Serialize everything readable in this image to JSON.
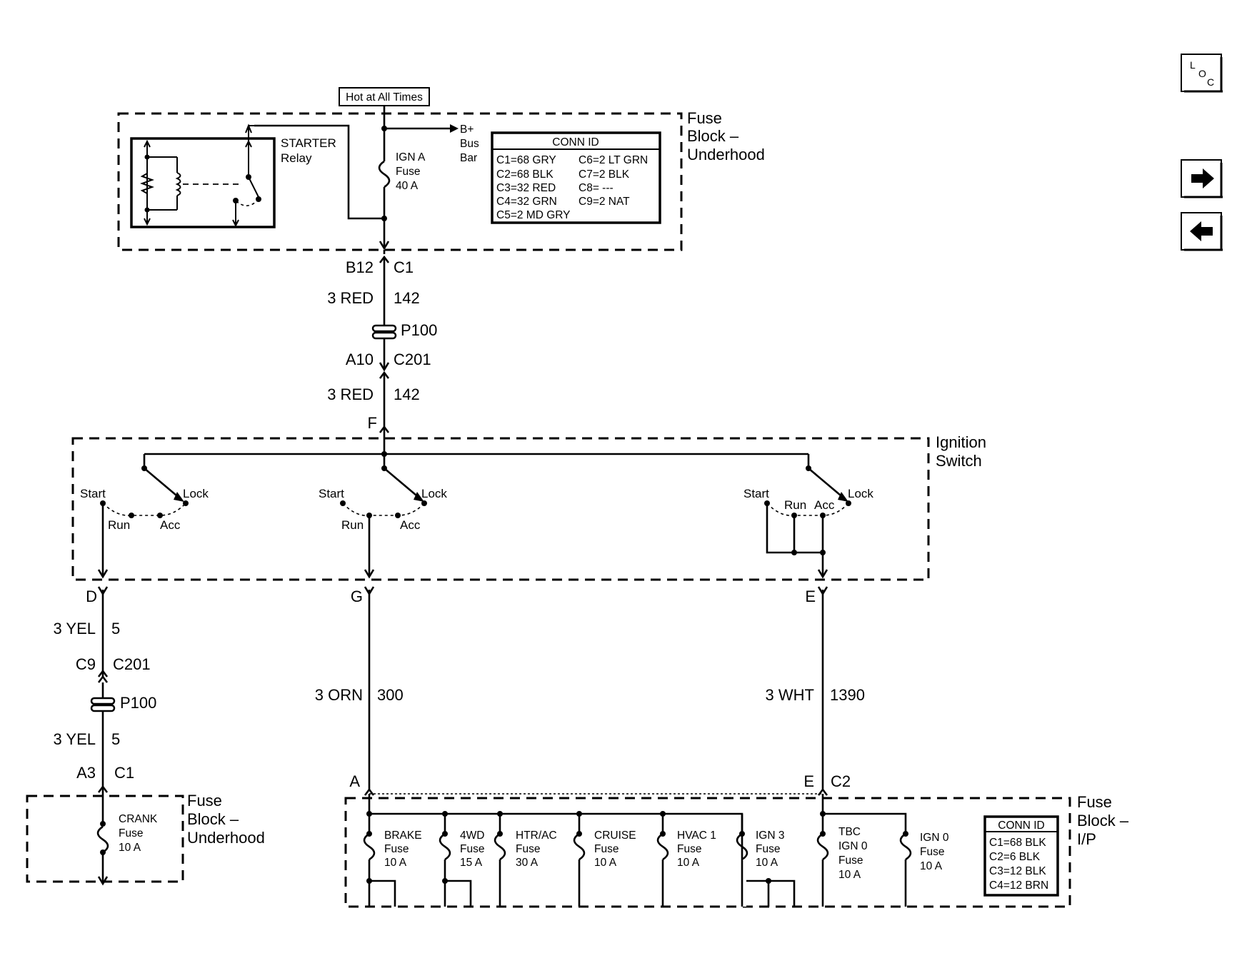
{
  "top": {
    "hot_label": "Hot at All Times"
  },
  "fuse_block_underhood": {
    "title_line1": "Fuse",
    "title_line2": "Block –",
    "title_line3": "Underhood",
    "starter_relay_line1": "STARTER",
    "starter_relay_line2": "Relay",
    "ign_a_line1": "IGN A",
    "ign_a_line2": "Fuse",
    "ign_a_line3": "40 A",
    "bplus_line1": "B+",
    "bplus_line2": "Bus",
    "bplus_line3": "Bar",
    "conn_id": {
      "title": "CONN ID",
      "left": [
        "C1=68 GRY",
        "C2=68 BLK",
        "C3=32 RED",
        "C4=32 GRN",
        "C5=2 MD GRY"
      ],
      "right": [
        "C6=2 LT GRN",
        "C7=2 BLK",
        "C8= ---",
        "C9=2 NAT"
      ]
    }
  },
  "main_feed": {
    "pin_b12": "B12",
    "conn_c1": "C1",
    "wire1": "3 RED",
    "circuit1": "142",
    "splice": "P100",
    "pin_a10": "A10",
    "conn_c201": "C201",
    "wire2": "3 RED",
    "circuit2": "142",
    "pin_f": "F"
  },
  "ignition_switch": {
    "title_line1": "Ignition",
    "title_line2": "Switch",
    "start": "Start",
    "lock": "Lock",
    "run": "Run",
    "acc": "Acc"
  },
  "left_branch": {
    "pin_d": "D",
    "wire1": "3 YEL",
    "circuit1": "5",
    "pin_c9": "C9",
    "conn_c201": "C201",
    "splice": "P100",
    "wire2": "3 YEL",
    "circuit2": "5",
    "pin_a3": "A3",
    "conn_c1": "C1",
    "fuse_block_line1": "Fuse",
    "fuse_block_line2": "Block –",
    "fuse_block_line3": "Underhood",
    "crank_line1": "CRANK",
    "crank_line2": "Fuse",
    "crank_line3": "10 A"
  },
  "middle_branch": {
    "pin_g": "G",
    "wire": "3 ORN",
    "circuit": "300",
    "pin_a": "A"
  },
  "right_branch": {
    "pin_e": "E",
    "wire": "3 WHT",
    "circuit": "1390",
    "pin_e2": "E",
    "conn_c2": "C2"
  },
  "fuse_block_ip": {
    "title_line1": "Fuse",
    "title_line2": "Block –",
    "title_line3": "I/P",
    "fuses": [
      {
        "l1": "BRAKE",
        "l2": "Fuse",
        "l3": "10 A",
        "l4": ""
      },
      {
        "l1": "4WD",
        "l2": "Fuse",
        "l3": "15 A",
        "l4": ""
      },
      {
        "l1": "HTR/AC",
        "l2": "Fuse",
        "l3": "30 A",
        "l4": ""
      },
      {
        "l1": "CRUISE",
        "l2": "Fuse",
        "l3": "10 A",
        "l4": ""
      },
      {
        "l1": "HVAC 1",
        "l2": "Fuse",
        "l3": "10 A",
        "l4": ""
      },
      {
        "l1": "IGN 3",
        "l2": "Fuse",
        "l3": "10 A",
        "l4": ""
      },
      {
        "l1": "TBC",
        "l2": "IGN 0",
        "l3": "Fuse",
        "l4": "10 A"
      },
      {
        "l1": "IGN 0",
        "l2": "Fuse",
        "l3": "10 A",
        "l4": ""
      }
    ],
    "conn_id": {
      "title": "CONN ID",
      "rows": [
        "C1=68 BLK",
        "C2=6 BLK",
        "C3=12 BLK",
        "C4=12 BRN"
      ]
    }
  },
  "nav": {
    "loc_l": "L",
    "loc_o": "O",
    "loc_c": "C",
    "next_icon": "arrow-right",
    "prev_icon": "arrow-left"
  }
}
